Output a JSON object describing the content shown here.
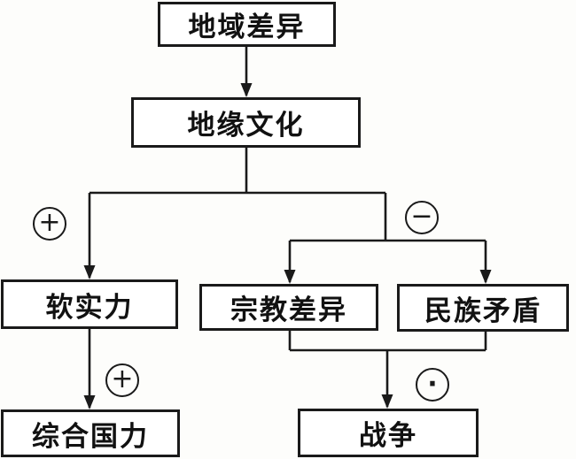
{
  "diagram": {
    "type": "flowchart",
    "background_color": "#fdfdfb",
    "line_color": "#1a1a1a",
    "nodes": [
      {
        "id": "regional-difference",
        "label": "地域差异"
      },
      {
        "id": "geo-culture",
        "label": "地缘文化"
      },
      {
        "id": "soft-power",
        "label": "软实力"
      },
      {
        "id": "religious-difference",
        "label": "宗教差异"
      },
      {
        "id": "ethnic-conflict",
        "label": "民族矛盾"
      },
      {
        "id": "comprehensive-national-power",
        "label": "综合国力"
      },
      {
        "id": "war",
        "label": "战争"
      }
    ],
    "signs": [
      {
        "id": "plus-upper",
        "symbol": "+",
        "meaning": "positive-effect"
      },
      {
        "id": "minus",
        "symbol": "−",
        "meaning": "negative-effect"
      },
      {
        "id": "plus-lower",
        "symbol": "+",
        "meaning": "positive-effect"
      },
      {
        "id": "dot",
        "symbol": "·",
        "meaning": "combined-effect"
      }
    ],
    "edges": [
      {
        "from": "地域差异",
        "to": "地缘文化"
      },
      {
        "from": "地缘文化",
        "to": "软实力",
        "sign": "+"
      },
      {
        "from": "地缘文化",
        "to": "宗教差异",
        "sign": "−"
      },
      {
        "from": "地缘文化",
        "to": "民族矛盾",
        "sign": "−"
      },
      {
        "from": "软实力",
        "to": "综合国力",
        "sign": "+"
      },
      {
        "from": "宗教差异",
        "to": "战争",
        "sign": "·"
      },
      {
        "from": "民族矛盾",
        "to": "战争",
        "sign": "·"
      }
    ]
  }
}
